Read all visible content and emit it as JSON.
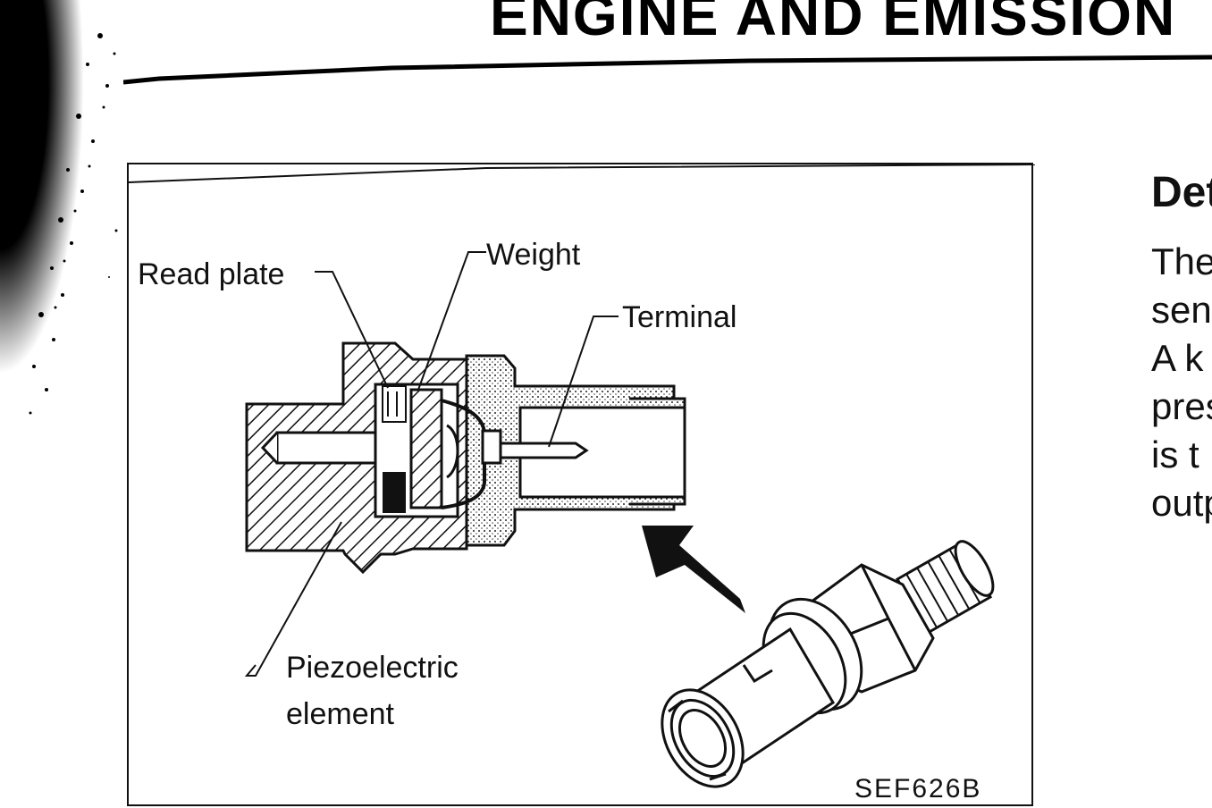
{
  "header": {
    "title": "ENGINE AND EMISSION"
  },
  "figure": {
    "callouts": {
      "read_plate": "Read plate",
      "weight": "Weight",
      "terminal": "Terminal",
      "piezo_line1": "Piezoelectric",
      "piezo_line2": "element"
    },
    "code": "SEF626B"
  },
  "section": {
    "title": "Det",
    "lines": [
      "The",
      "sens",
      "A k",
      "pres",
      "is t",
      "outp"
    ]
  }
}
